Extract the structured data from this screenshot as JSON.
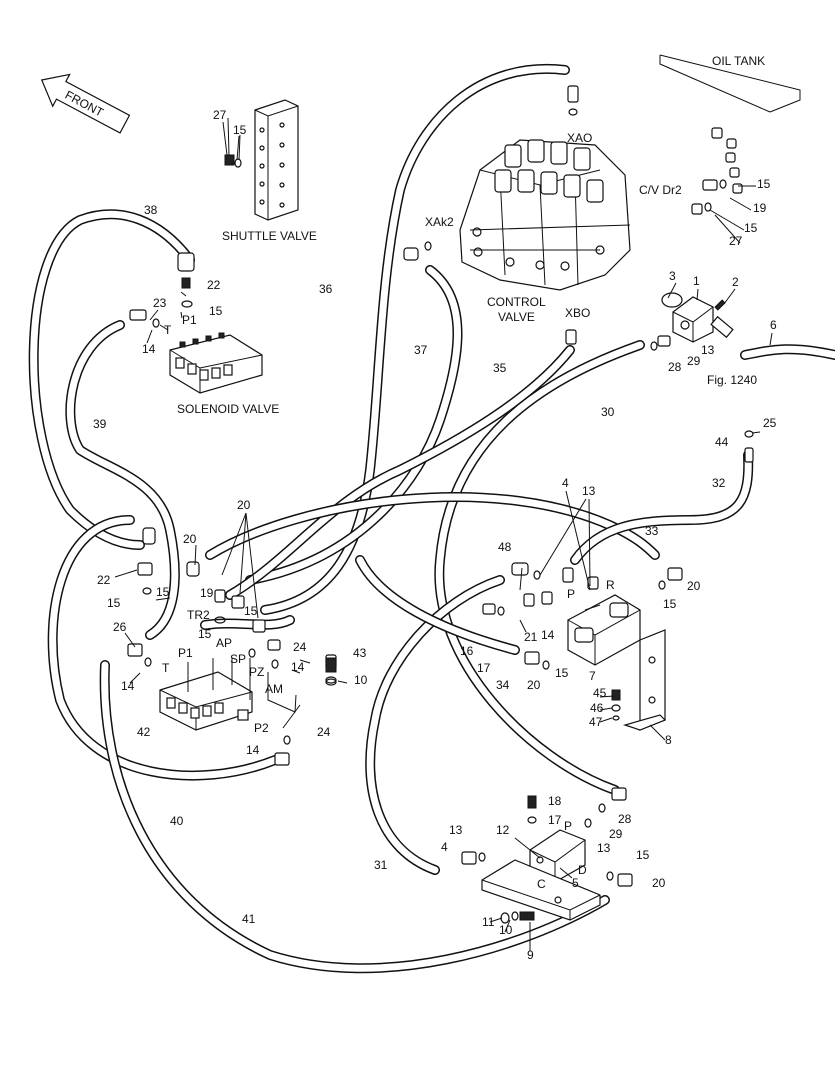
{
  "front_label": "FRONT",
  "components": {
    "oil_tank": "OIL TANK",
    "shuttle_valve": "SHUTTLE VALVE",
    "solenoid_valve": "SOLENOID VALVE",
    "control_valve_line1": "CONTROL",
    "control_valve_line2": "VALVE",
    "fig_ref": "Fig. 1240"
  },
  "port_labels": {
    "xao": "XAO",
    "xak2": "XAk2",
    "xbo": "XBO",
    "cv_dr2": "C/V Dr2",
    "p1_top": "P1",
    "t_top": "T",
    "tr2": "TR2",
    "ap": "AP",
    "sp": "SP",
    "pz": "PZ",
    "am": "AM",
    "p1_bottom": "P1",
    "t_bottom": "T",
    "p2": "P2",
    "p_upper": "P",
    "r_upper": "R",
    "p_lower": "P",
    "d_lower": "D",
    "c_lower": "C"
  },
  "part_numbers": {
    "n1": "1",
    "n2": "2",
    "n3": "3",
    "n4a": "4",
    "n4b": "4",
    "n5": "5",
    "n6": "6",
    "n7": "7",
    "n8": "8",
    "n9": "9",
    "n10a": "10",
    "n10b": "10",
    "n11": "11",
    "n12": "12",
    "n13a": "13",
    "n13b": "13",
    "n13c": "13",
    "n13d": "13",
    "n14a": "14",
    "n14b": "14",
    "n14c": "14",
    "n14d": "14",
    "n14e": "14",
    "n15a": "15",
    "n15b": "15",
    "n15c": "15",
    "n15d": "15",
    "n15e": "15",
    "n15f": "15",
    "n15g": "15",
    "n15h": "15",
    "n15i": "15",
    "n15j": "15",
    "n15k": "15",
    "n16": "16",
    "n17a": "17",
    "n17b": "17",
    "n18": "18",
    "n19a": "19",
    "n19b": "19",
    "n20a": "20",
    "n20b": "20",
    "n20c": "20",
    "n20d": "20",
    "n20e": "20",
    "n21": "21",
    "n22a": "22",
    "n22b": "22",
    "n23": "23",
    "n24a": "24",
    "n24b": "24",
    "n25": "25",
    "n26": "26",
    "n27a": "27",
    "n27b": "27",
    "n28a": "28",
    "n28b": "28",
    "n29a": "29",
    "n29b": "29",
    "n30": "30",
    "n31": "31",
    "n32": "32",
    "n33": "33",
    "n34": "34",
    "n35": "35",
    "n36": "36",
    "n37": "37",
    "n38": "38",
    "n39": "39",
    "n40": "40",
    "n41": "41",
    "n42": "42",
    "n43": "43",
    "n44": "44",
    "n45": "45",
    "n46": "46",
    "n47": "47",
    "n48": "48"
  }
}
